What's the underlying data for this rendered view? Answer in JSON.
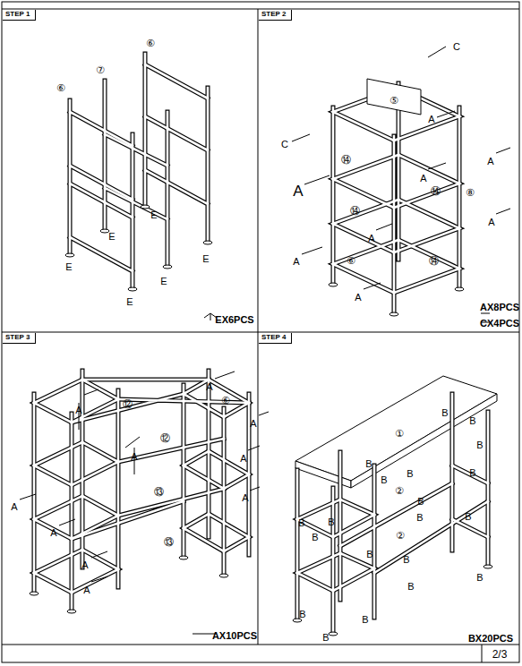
{
  "diagram": {
    "nodes": [
      {
        "text": [
          "STEP 1"
        ]
      },
      {
        "text": [
          "STEP 2"
        ]
      },
      {
        "text": [
          "STEP 3"
        ]
      },
      {
        "text": [
          "STEP 4"
        ]
      }
    ],
    "labels": [
      "⑥",
      "⑦",
      "⑥",
      "E",
      "E",
      "E",
      "E",
      "E",
      "E",
      "EX6PCS",
      "C",
      "C",
      "⑤",
      "A",
      "⑭",
      "A",
      "A",
      "A",
      "⑭",
      "⑧",
      "⑭",
      "A",
      "A",
      "A",
      "⑥",
      "⑭",
      "A",
      "AX8PCS",
      "CX4PCS",
      "A",
      "⑫",
      "A",
      "⑥",
      "A",
      "⑫",
      "A",
      "A",
      "A",
      "⑬",
      "A",
      "A",
      "⑬",
      "A",
      "A",
      "AX10PCS",
      "①",
      "②",
      "②",
      "BX20PCS",
      "B",
      "B",
      "B",
      "B",
      "B",
      "B",
      "B",
      "B",
      "B",
      "B",
      "B",
      "B",
      "B",
      "B",
      "B",
      "B",
      "B",
      "B",
      "B",
      "B",
      "2/3"
    ]
  }
}
